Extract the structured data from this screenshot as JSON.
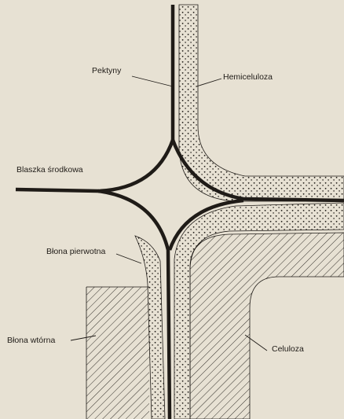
{
  "labels": {
    "pektyny": "Pektyny",
    "hemiceluloza": "Hemiceluloza",
    "blaszka_srodkowa": "Blaszka środkowa",
    "blona_pierwotna": "Błona pierwotna",
    "blona_wtorna": "Błona wtórna",
    "celuloza": "Celuloza"
  },
  "colors": {
    "background": "#e7e1d3",
    "ink": "#1f1b17"
  }
}
